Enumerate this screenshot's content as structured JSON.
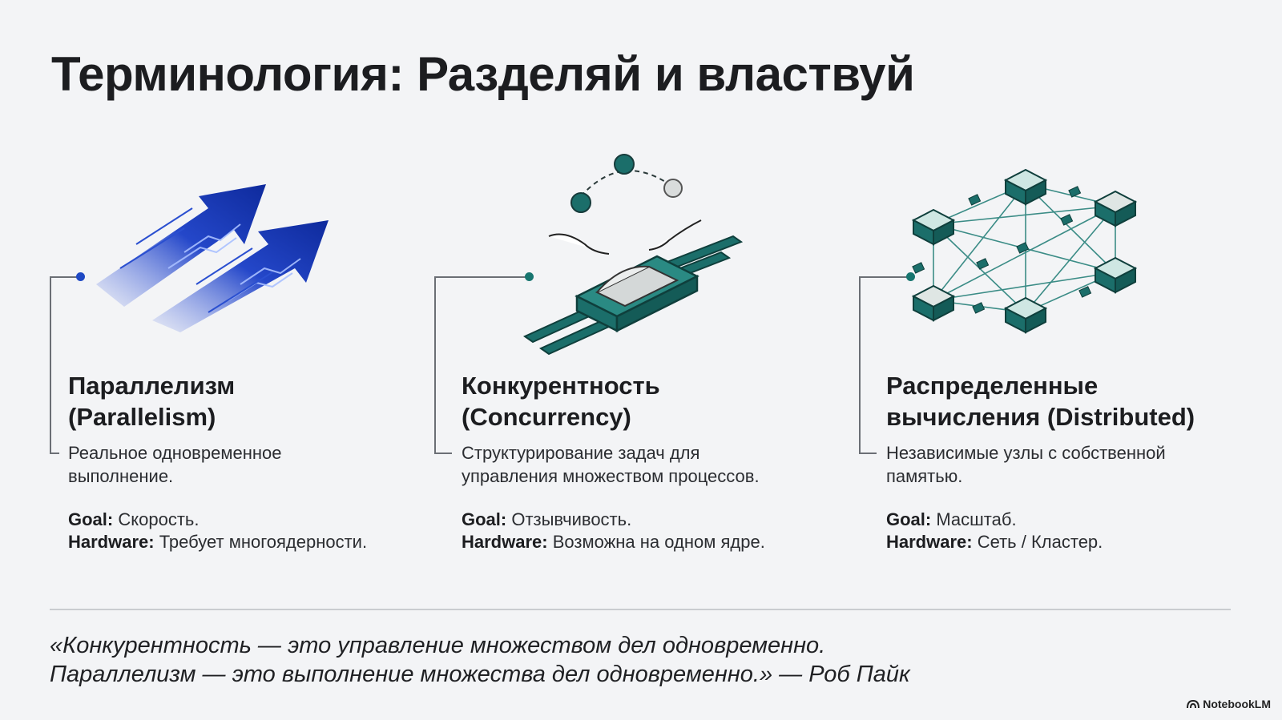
{
  "title": "Терминология: Разделяй и властвуй",
  "columns": [
    {
      "name_ru": "Параллелизм",
      "name_en": "(Parallelism)",
      "desc_lines": [
        "Реальное одновременное",
        "выполнение."
      ],
      "goal_label": "Goal:",
      "goal_value": " Скорость.",
      "hardware_label": "Hardware:",
      "hardware_value": " Требует многоядерности.",
      "illustration": "arrows-icon",
      "accent": "#1f49c4"
    },
    {
      "name_ru": "Конкурентность",
      "name_en": "(Concurrency)",
      "desc_lines": [
        "Структурирование задач для",
        "управления множеством процессов."
      ],
      "goal_label": "Goal:",
      "goal_value": " Отзывчивость.",
      "hardware_label": "Hardware:",
      "hardware_value": " Возможна на одном ядре.",
      "illustration": "juggling-chip-icon",
      "accent": "#17756f"
    },
    {
      "name_ru": "Распределенные",
      "name_en": "вычисления (Distributed)",
      "desc_lines": [
        "Независимые узлы с собственной",
        "памятью."
      ],
      "goal_label": "Goal:",
      "goal_value": " Масштаб.",
      "hardware_label": "Hardware:",
      "hardware_value": " Сеть / Кластер.",
      "illustration": "network-nodes-icon",
      "accent": "#17756f"
    }
  ],
  "quote_lines": [
    "«Конкурентность — это управление множеством дел одновременно.",
    "Параллелизм — это выполнение множества дел одновременно.» — Роб Пайк"
  ],
  "brand": "NotebookLM"
}
